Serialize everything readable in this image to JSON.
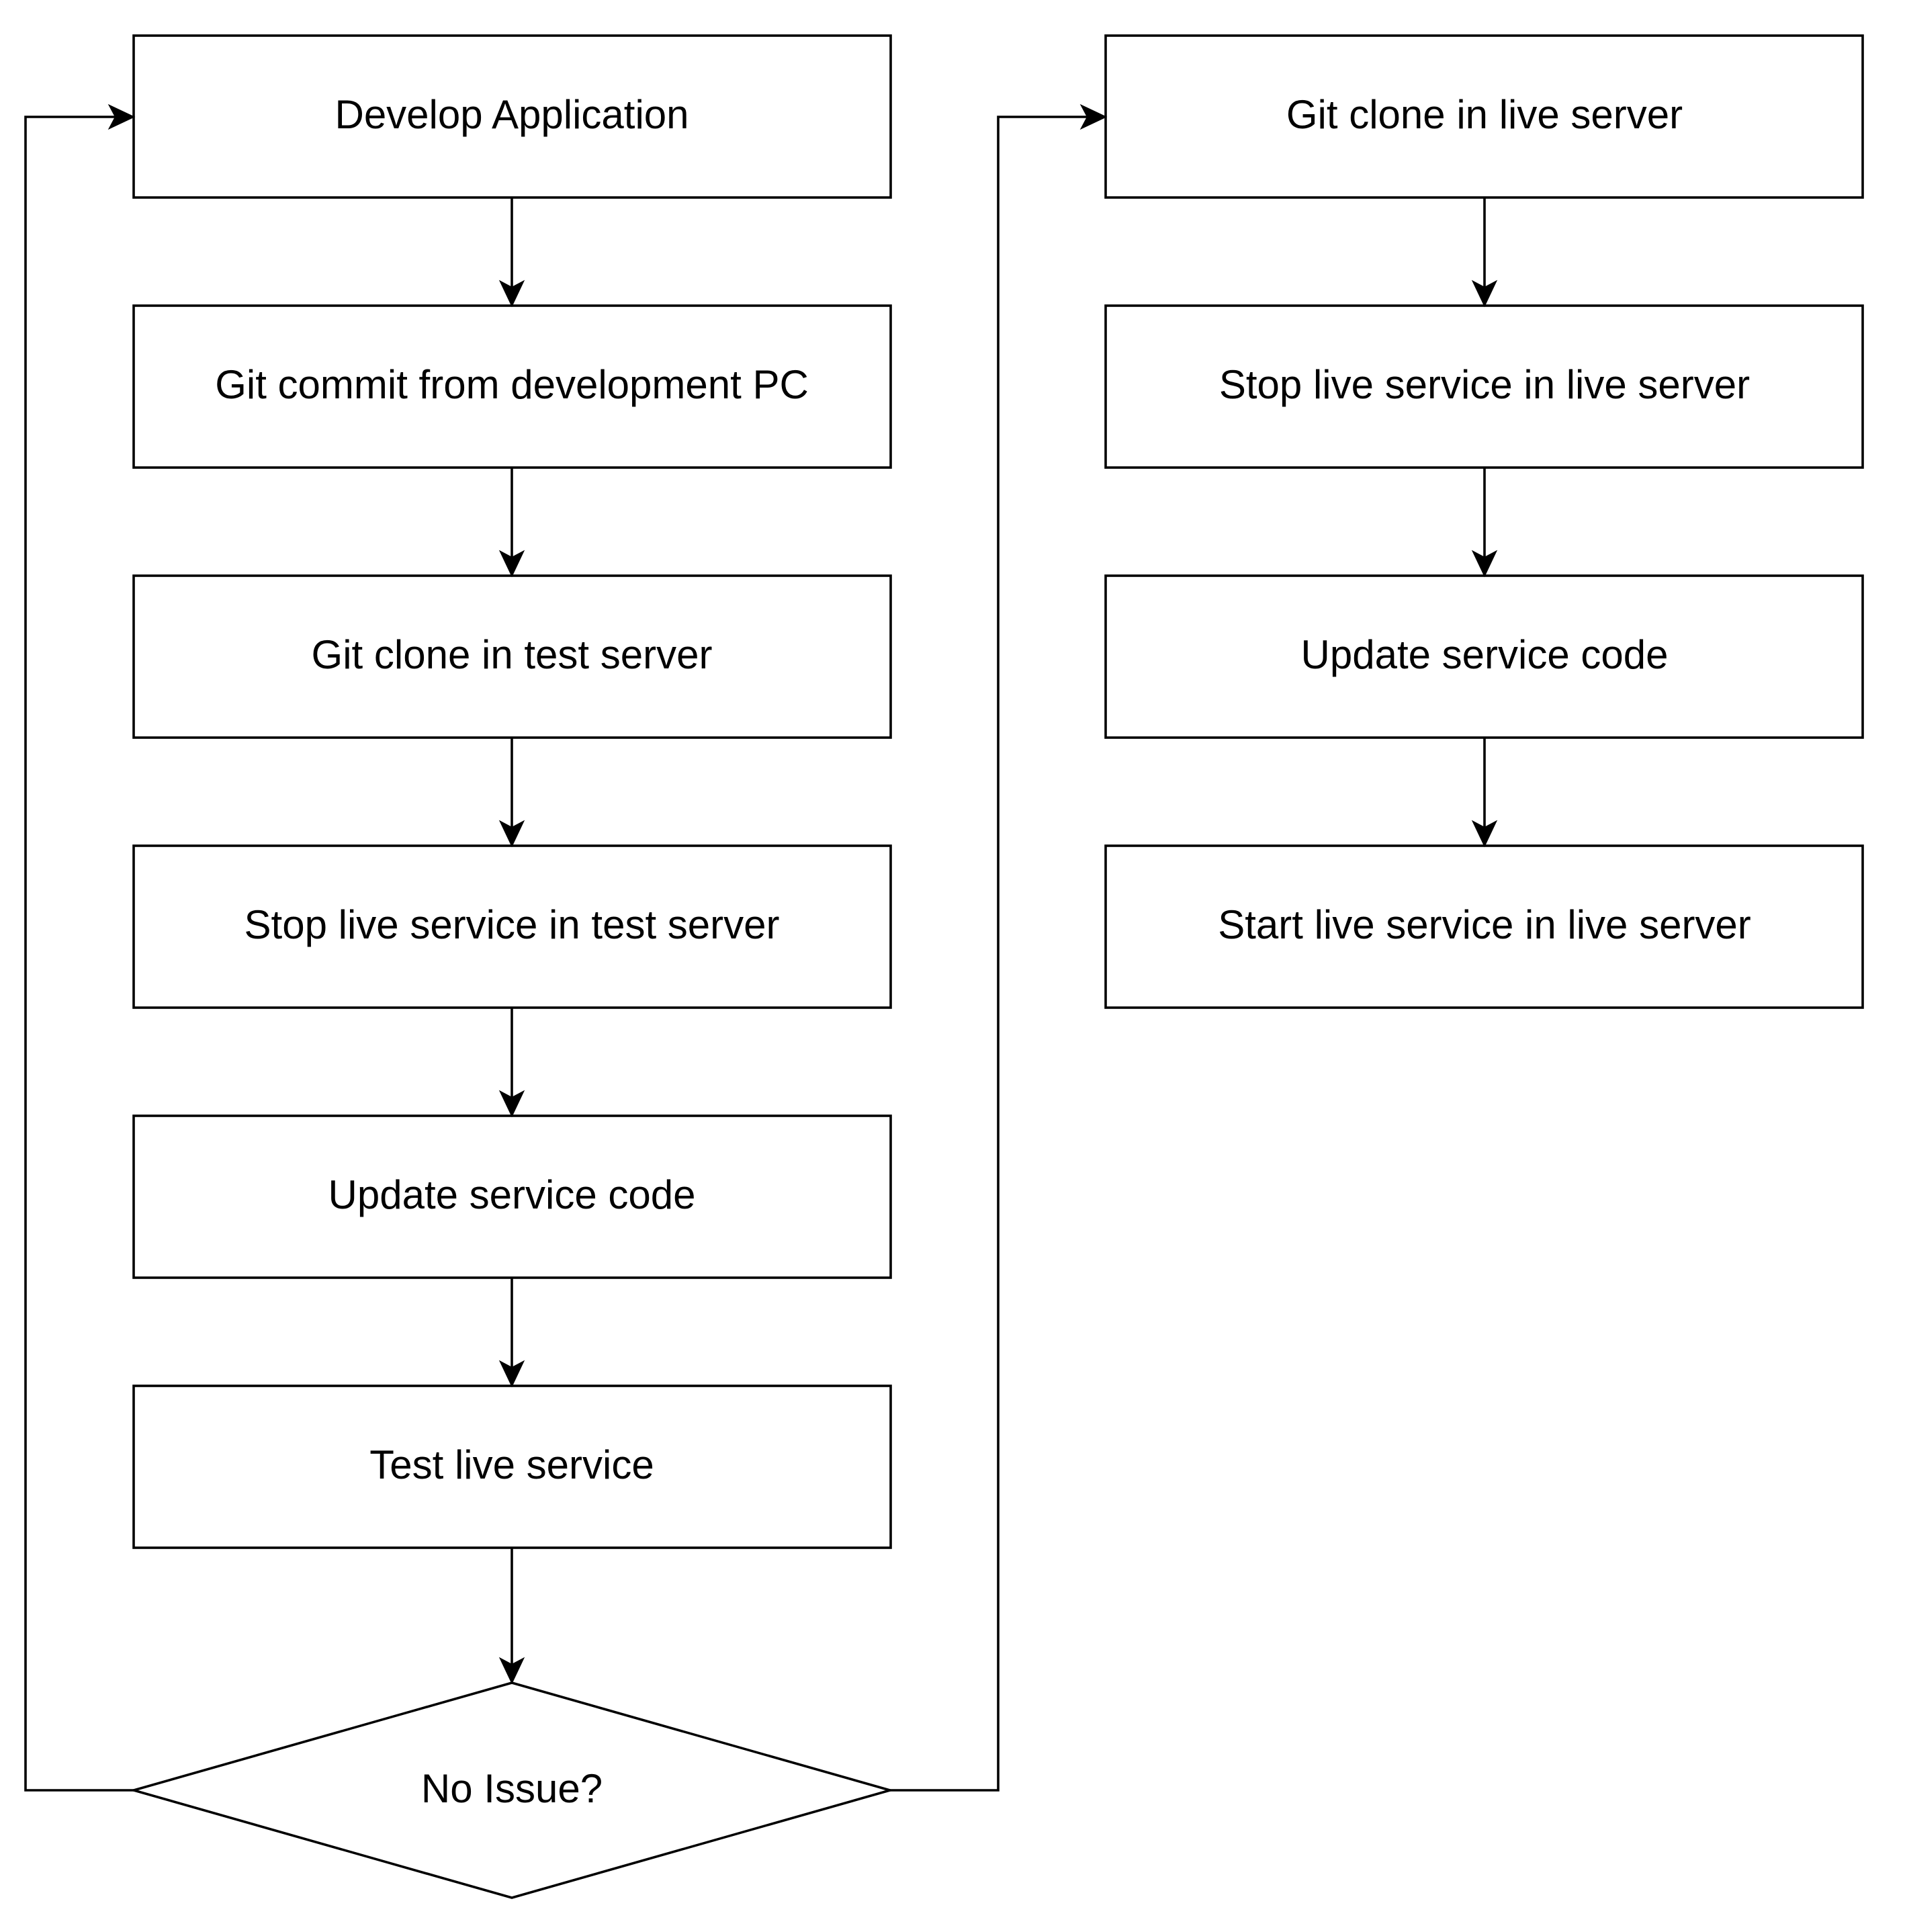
{
  "diagram": {
    "left_column": {
      "develop_application": "Develop Application",
      "git_commit": "Git commit from development PC",
      "git_clone_test": "Git clone in test server",
      "stop_test": "Stop live service in test server",
      "update_code": "Update service code",
      "test_live": "Test live service",
      "decision": "No Issue?"
    },
    "right_column": {
      "git_clone_live": "Git clone in live server",
      "stop_live": "Stop live service in live server",
      "update_code": "Update service code",
      "start_live": "Start live service in live server"
    },
    "colors": {
      "stroke": "#000000",
      "fill": "#ffffff",
      "text": "#000000"
    }
  }
}
